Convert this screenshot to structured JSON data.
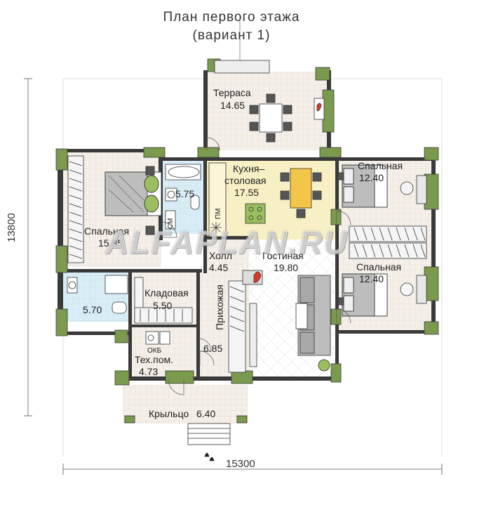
{
  "title": {
    "line1": "План первого этажа",
    "line2": "(вариант 1)"
  },
  "dimensions": {
    "width": "15300",
    "height": "13800"
  },
  "watermark": "ALFAPLAN.RU",
  "rooms": {
    "terrace": {
      "name": "Терраса",
      "area": "14.65"
    },
    "bedroom_w": {
      "name": "Спальная",
      "area": "15.85"
    },
    "bath_top": {
      "area": "5.75"
    },
    "kitchen": {
      "name1": "Кухня–",
      "name2": "столовая",
      "area": "17.55"
    },
    "bedroom_ne": {
      "name": "Спальная",
      "area": "12.40"
    },
    "hall": {
      "name": "Холл",
      "area": "4.45"
    },
    "living": {
      "name": "Гостиная",
      "area": "19.80"
    },
    "bedroom_se": {
      "name": "Спальная",
      "area": "12.40"
    },
    "bath_low": {
      "area": "5.70"
    },
    "storage": {
      "name": "Кладовая",
      "area": "5.50"
    },
    "entry": {
      "name": "Прихожая",
      "area": "6.85"
    },
    "tech": {
      "name": "Тех.пом.",
      "area": "4.73"
    },
    "porch": {
      "name": "Крыльцо",
      "area": "6.40"
    }
  },
  "fixtures": {
    "washer": "СМ",
    "dishwasher": "ПМ",
    "boiler": "ОКБ"
  },
  "colors": {
    "wall": "#7a9a4e",
    "wall_dark": "#3a3a3a",
    "kitchen": "#f7f0c4",
    "bathroom": "#d9edf7",
    "floor": "#f6f1ea"
  }
}
